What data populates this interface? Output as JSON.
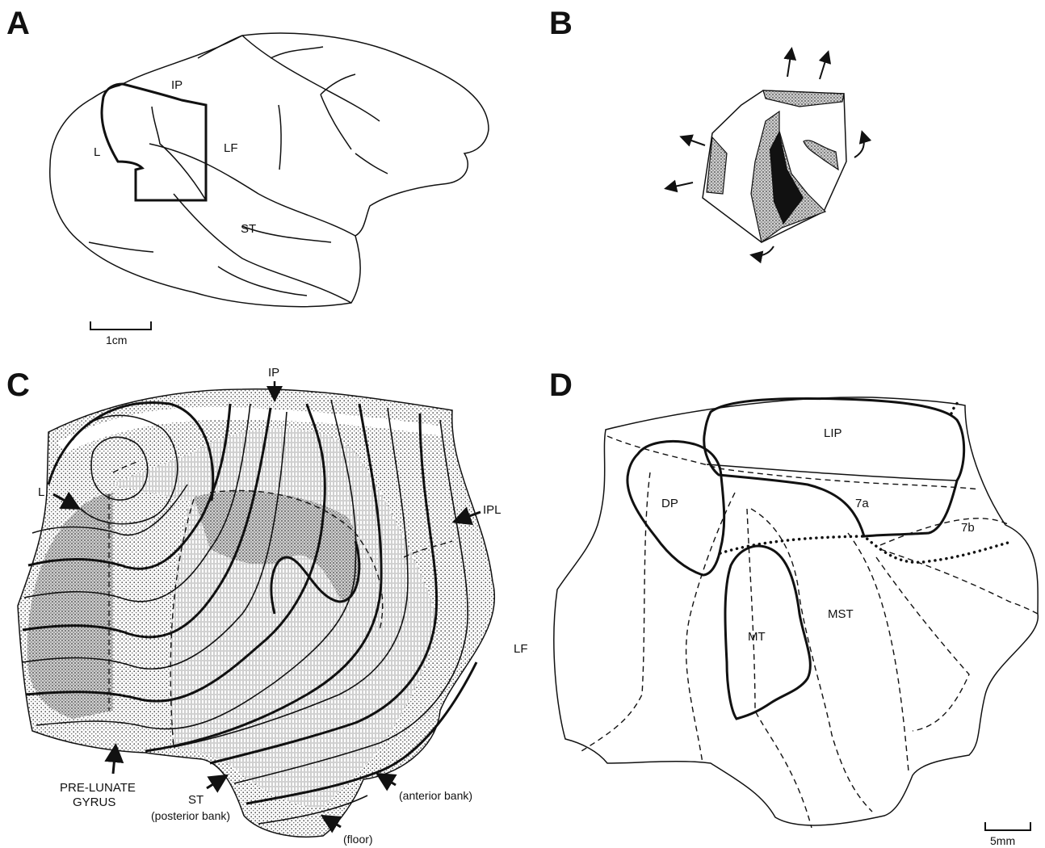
{
  "panels": {
    "A": {
      "letter": "A",
      "labels": {
        "ip": "IP",
        "l": "L",
        "lf": "LF",
        "st": "ST"
      },
      "scale": "1cm"
    },
    "B": {
      "letter": "B"
    },
    "C": {
      "letter": "C",
      "labels": {
        "ip": "IP",
        "l": "L",
        "ipl": "IPL",
        "lf": "LF",
        "prelunate_1": "PRE-LUNATE",
        "prelunate_2": "GYRUS",
        "st": "ST",
        "posterior_bank": "(posterior bank)",
        "anterior_bank": "(anterior bank)",
        "floor": "(floor)"
      }
    },
    "D": {
      "letter": "D",
      "areas": {
        "lip": "LIP",
        "dp": "DP",
        "a7a": "7a",
        "a7b": "7b",
        "mt": "MT",
        "mst": "MST"
      },
      "scale": "5mm"
    }
  },
  "colors": {
    "ink": "#111111",
    "stipple": "#8a8a8a",
    "dark_fill": "#111111",
    "background": "#ffffff"
  }
}
